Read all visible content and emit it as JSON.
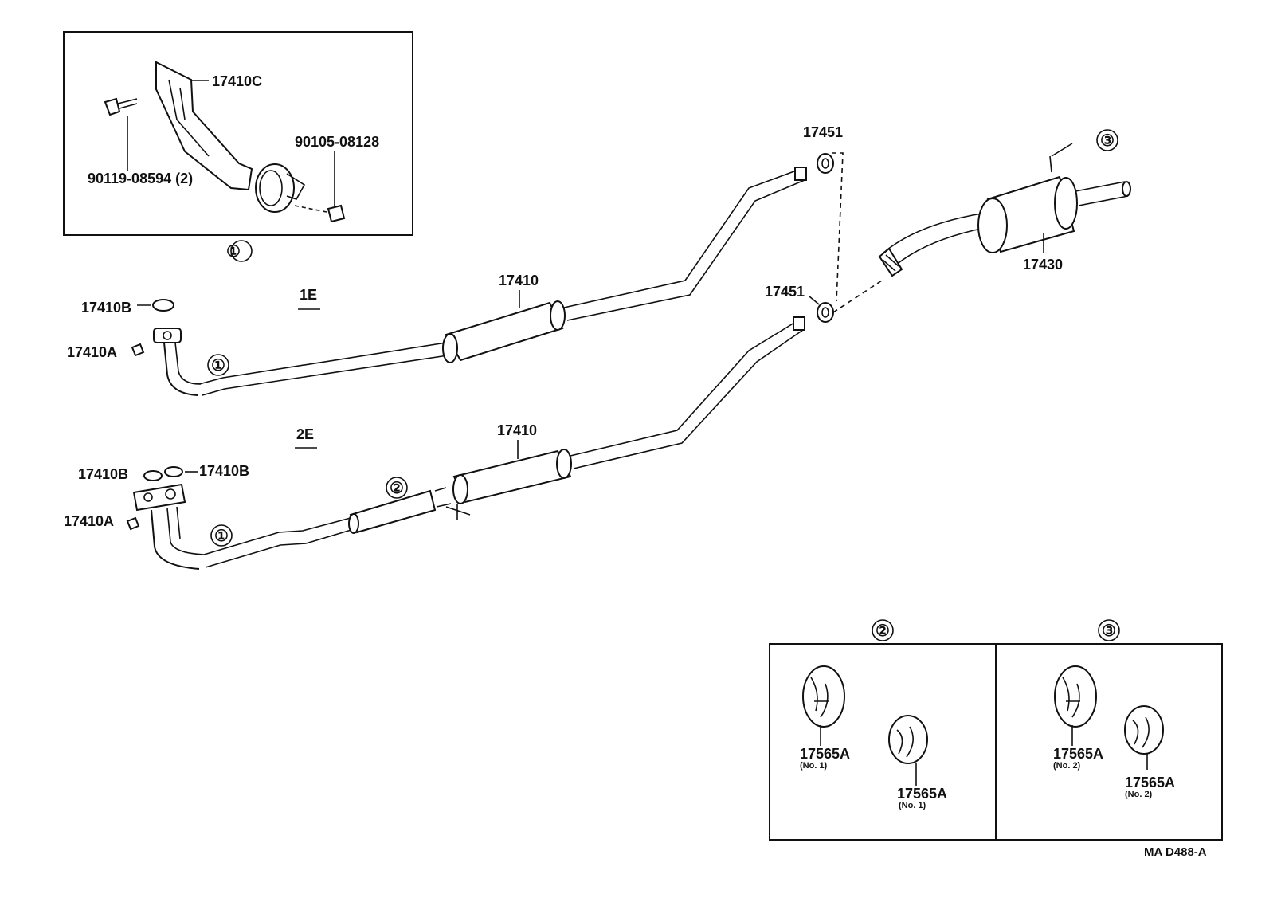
{
  "inset_clamp": {
    "callout": "①",
    "labels": {
      "bracket": "17410C",
      "bolt": "90119-08594 (2)",
      "nut": "90105-08128"
    }
  },
  "engine_1e": {
    "heading": "1E",
    "labels": {
      "gasket": "17410B",
      "nut": "17410A",
      "pipe": "17410"
    },
    "callout": "①"
  },
  "engine_2e": {
    "heading": "2E",
    "labels": {
      "gasket_left": "17410B",
      "gasket_right": "17410B",
      "nut": "17410A",
      "pipe": "17410"
    },
    "callouts": [
      "①",
      "②"
    ]
  },
  "tail": {
    "gasket_upper": "17451",
    "gasket_lower": "17451",
    "muffler": "17430",
    "callout": "③"
  },
  "hanger_box_2": {
    "callout": "②",
    "items": [
      {
        "part": "17565A",
        "note": "(No. 1)"
      },
      {
        "part": "17565A",
        "note": "(No. 1)"
      }
    ]
  },
  "hanger_box_3": {
    "callout": "③",
    "items": [
      {
        "part": "17565A",
        "note": "(No. 2)"
      },
      {
        "part": "17565A",
        "note": "(No. 2)"
      }
    ]
  },
  "figure_code": "MA  D488-A"
}
